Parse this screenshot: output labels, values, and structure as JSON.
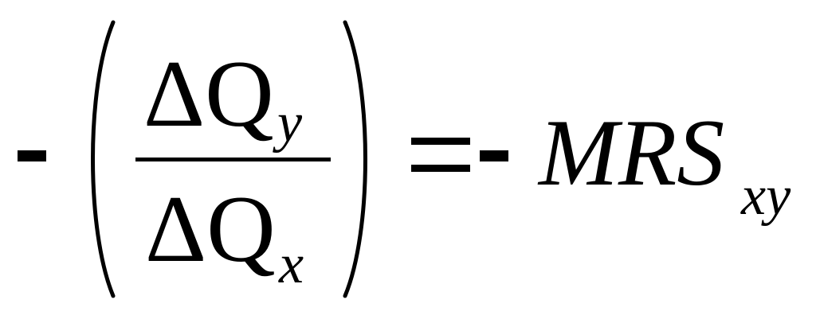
{
  "equation": {
    "leading_minus": "-",
    "numerator": {
      "symbol": "ΔQ",
      "subscript": "y"
    },
    "denominator": {
      "symbol": "ΔQ",
      "subscript": "x"
    },
    "equals": "=",
    "rhs_minus": "-",
    "rhs": {
      "symbol": "MRS",
      "subscript": "xy"
    }
  }
}
